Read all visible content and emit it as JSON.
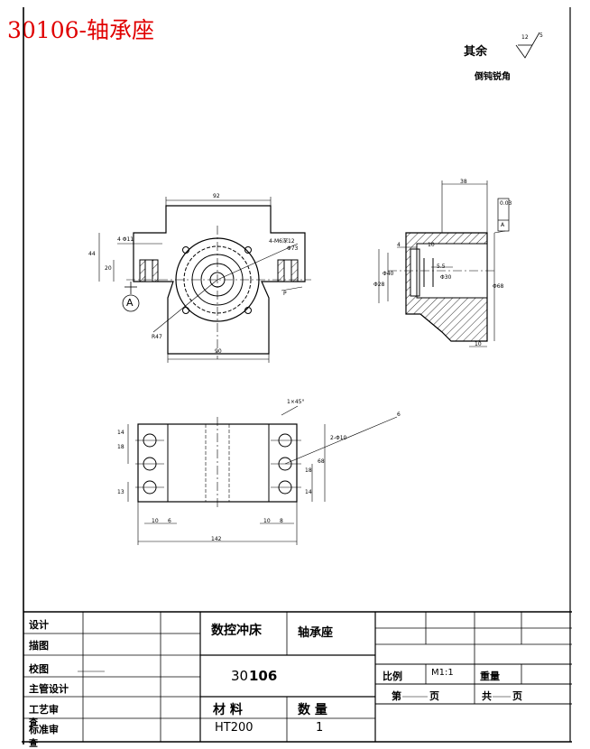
{
  "title": "30106-轴承座",
  "note": {
    "other": "其余",
    "rough_main": "12",
    "rough_sub": "5",
    "chamfer": "倒钝锐角"
  },
  "dims": {
    "top_width": "92",
    "height_44": "44",
    "height_20": "20",
    "hole_4d11": "4 Φ11",
    "hole_4m6": "4-M6深12",
    "d73": "Φ73",
    "r47": "R47",
    "bottom_90": "90",
    "datum_a": "A",
    "label_p": "P",
    "side_38": "38",
    "tol_003": "0.03",
    "tol_datum": "A",
    "side_4": "4",
    "side_10": "10",
    "side_55": "5.5",
    "d40": "Φ40",
    "d28": "Φ28",
    "d30": "Φ30",
    "d68": "Φ68",
    "side_10b": "10",
    "plan_18": "18",
    "plan_14": "14",
    "plan_13": "13",
    "plan_10a": "10",
    "plan_6a": "6",
    "plan_10b": "10",
    "plan_8b": "8",
    "plan_142": "142",
    "plan_18b": "18",
    "plan_14b": "14",
    "plan_68": "68",
    "plan_holes": "2-Φ10",
    "plan_holes_6": "6",
    "plan_chamfer": "1×45°"
  },
  "title_block": {
    "design": "设计",
    "drafting": "描图",
    "check": "校图",
    "chief": "主管设计",
    "process_1": "工艺审",
    "process_2": "查",
    "standard_1": "标准审",
    "standard_2": "查",
    "department": "数控冲床",
    "part_name": "轴承座",
    "drawing_no_a": "30",
    "drawing_no_b": "106",
    "material_label": "材  料",
    "quantity_label": "数  量",
    "material": "HT200",
    "quantity": "1",
    "scale_label": "比例",
    "scale": "M1:1",
    "weight_label": "重量",
    "sheet_label_a": "第",
    "sheet_label_b": "页",
    "total_label_a": "共",
    "total_label_b": "页"
  }
}
